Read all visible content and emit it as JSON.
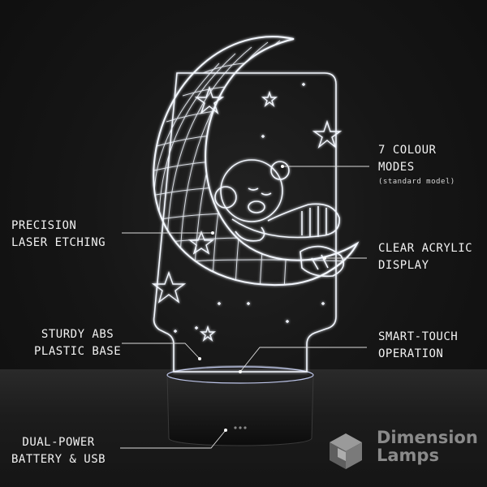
{
  "features": {
    "laser": {
      "line1": "PRECISION",
      "line2": "LASER ETCHING"
    },
    "base": {
      "line1": "STURDY ABS",
      "line2": "PLASTIC BASE"
    },
    "power": {
      "line1": "DUAL-POWER",
      "line2": "BATTERY & USB"
    },
    "colour": {
      "line1": "7 COLOUR",
      "line2": "MODES",
      "note": "(standard model)"
    },
    "acrylic": {
      "line1": "CLEAR ACRYLIC",
      "line2": "DISPLAY"
    },
    "touch": {
      "line1": "SMART-TOUCH",
      "line2": "OPERATION"
    }
  },
  "brand": {
    "line1": "Dimension",
    "line2": "Lamps",
    "icon": "cube-icon"
  },
  "colors": {
    "glow": "#f4f8ff",
    "background": "#141414",
    "text": "#f2f2f2",
    "brand": "#8a8a8a"
  },
  "icons": [
    "moon-icon",
    "teddy-bear-icon",
    "star-icon",
    "cube-icon"
  ]
}
